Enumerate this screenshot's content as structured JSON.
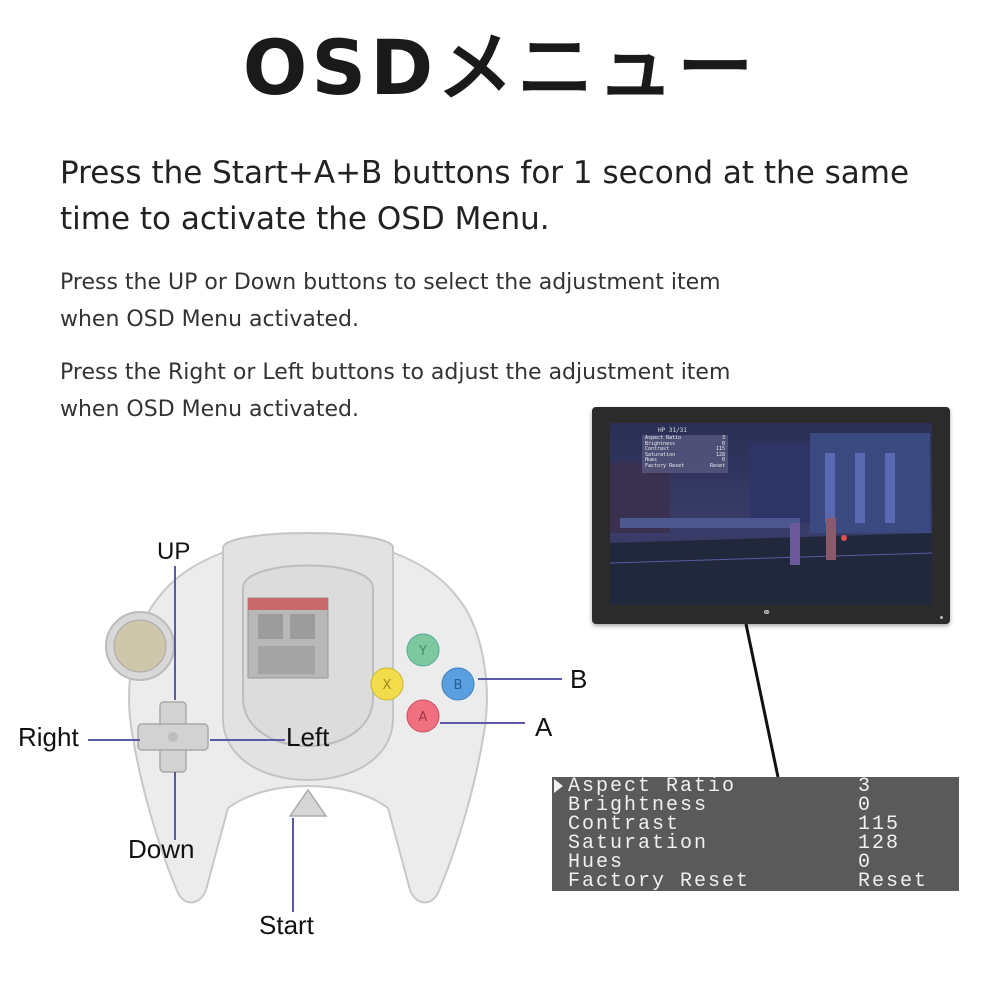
{
  "title": "OSDメニュー",
  "headline": "Press the Start+A+B buttons for 1 second at the same time to activate the OSD Menu.",
  "instructions": [
    "Press the UP or Down buttons to select the adjustment item when OSD Menu activated.",
    "Press the Right or Left buttons to adjust the adjustment item when OSD Menu activated."
  ],
  "controller_labels": {
    "up": "UP",
    "right": "Right",
    "left": "Left",
    "down": "Down",
    "start": "Start",
    "b": "B",
    "a": "A"
  },
  "face_buttons": {
    "y": {
      "letter": "Y",
      "color": "#7ec8a0"
    },
    "x": {
      "letter": "X",
      "color": "#f2dc4a"
    },
    "b": {
      "letter": "B",
      "color": "#5a9fe0"
    },
    "a": {
      "letter": "A",
      "color": "#f07080"
    }
  },
  "monitor": {
    "hp_text": "HP 31/31",
    "logo_icon": "link-rings-icon"
  },
  "osd_menu": {
    "cursor_icon": "triangle-right-icon",
    "items": [
      {
        "label": "Aspect Ratio",
        "value": "3"
      },
      {
        "label": "Brightness",
        "value": "0"
      },
      {
        "label": "Contrast",
        "value": "115"
      },
      {
        "label": "Saturation",
        "value": "128"
      },
      {
        "label": "Hues",
        "value": "0"
      },
      {
        "label": "Factory Reset",
        "value": "Reset"
      }
    ]
  },
  "colors": {
    "leader_line": "#5a5aa8",
    "osd_panel_bg": "#5a5a5a",
    "monitor_bezel": "#2b2b2b"
  }
}
